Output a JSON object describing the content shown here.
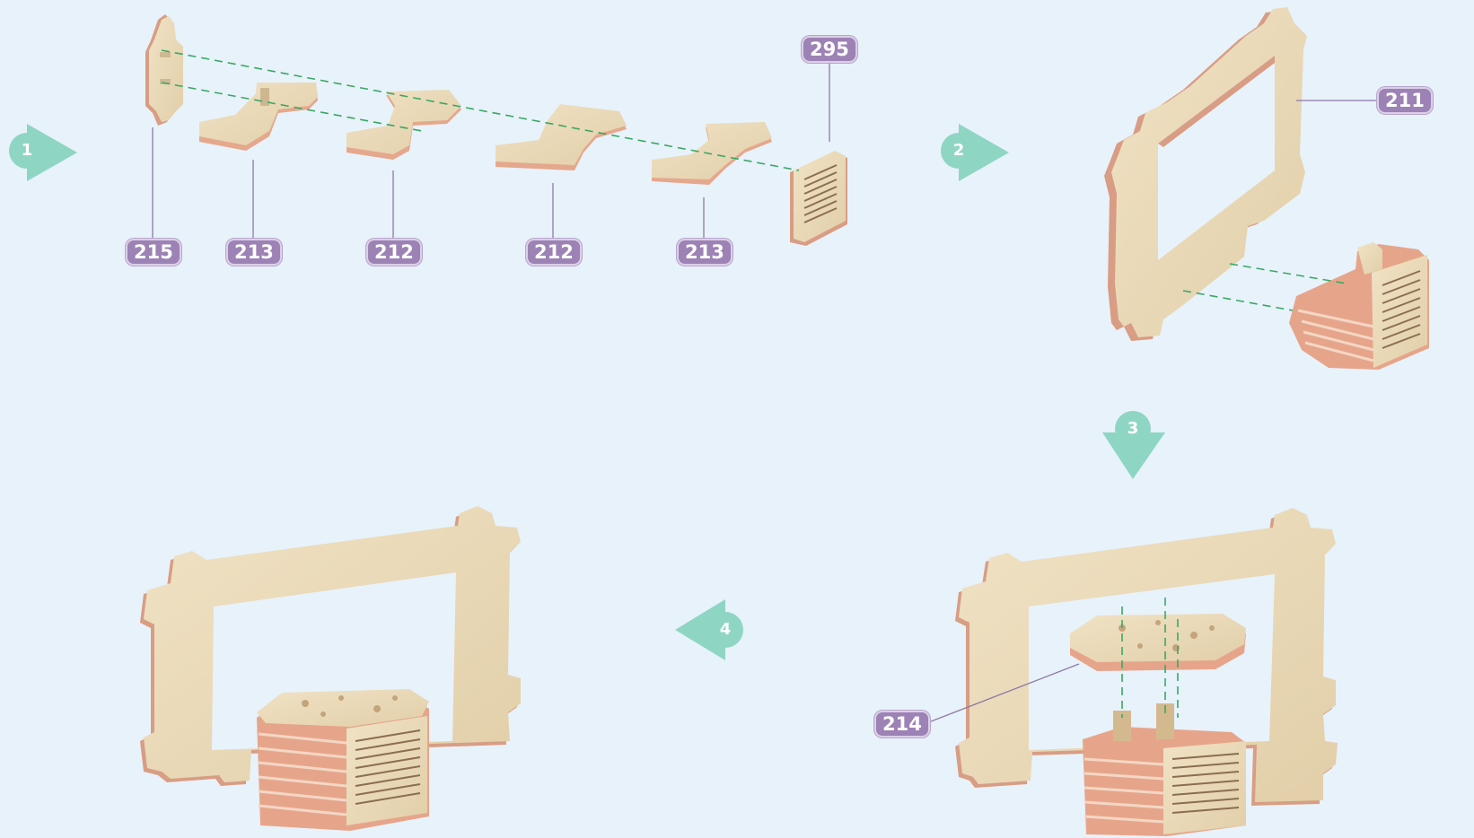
{
  "colors": {
    "background": "#e8f2fa",
    "wood": "#ecdcbc",
    "wood_edge": "#d9a385",
    "wood_stripe": "#e8a58a",
    "badge": "#9d82b5",
    "badge_border": "#dccfe8",
    "step_marker": "#8ed6c3",
    "guide_line": "#3aa864",
    "leader_line": "#8d7aa6"
  },
  "steps": [
    {
      "number": "1",
      "direction": "right"
    },
    {
      "number": "2",
      "direction": "right"
    },
    {
      "number": "3",
      "direction": "down"
    },
    {
      "number": "4",
      "direction": "left"
    }
  ],
  "part_labels": [
    {
      "id": "215",
      "text": "215"
    },
    {
      "id": "213a",
      "text": "213"
    },
    {
      "id": "212a",
      "text": "212"
    },
    {
      "id": "212b",
      "text": "212"
    },
    {
      "id": "213b",
      "text": "213"
    },
    {
      "id": "295",
      "text": "295"
    },
    {
      "id": "211",
      "text": "211"
    },
    {
      "id": "214",
      "text": "214"
    }
  ]
}
